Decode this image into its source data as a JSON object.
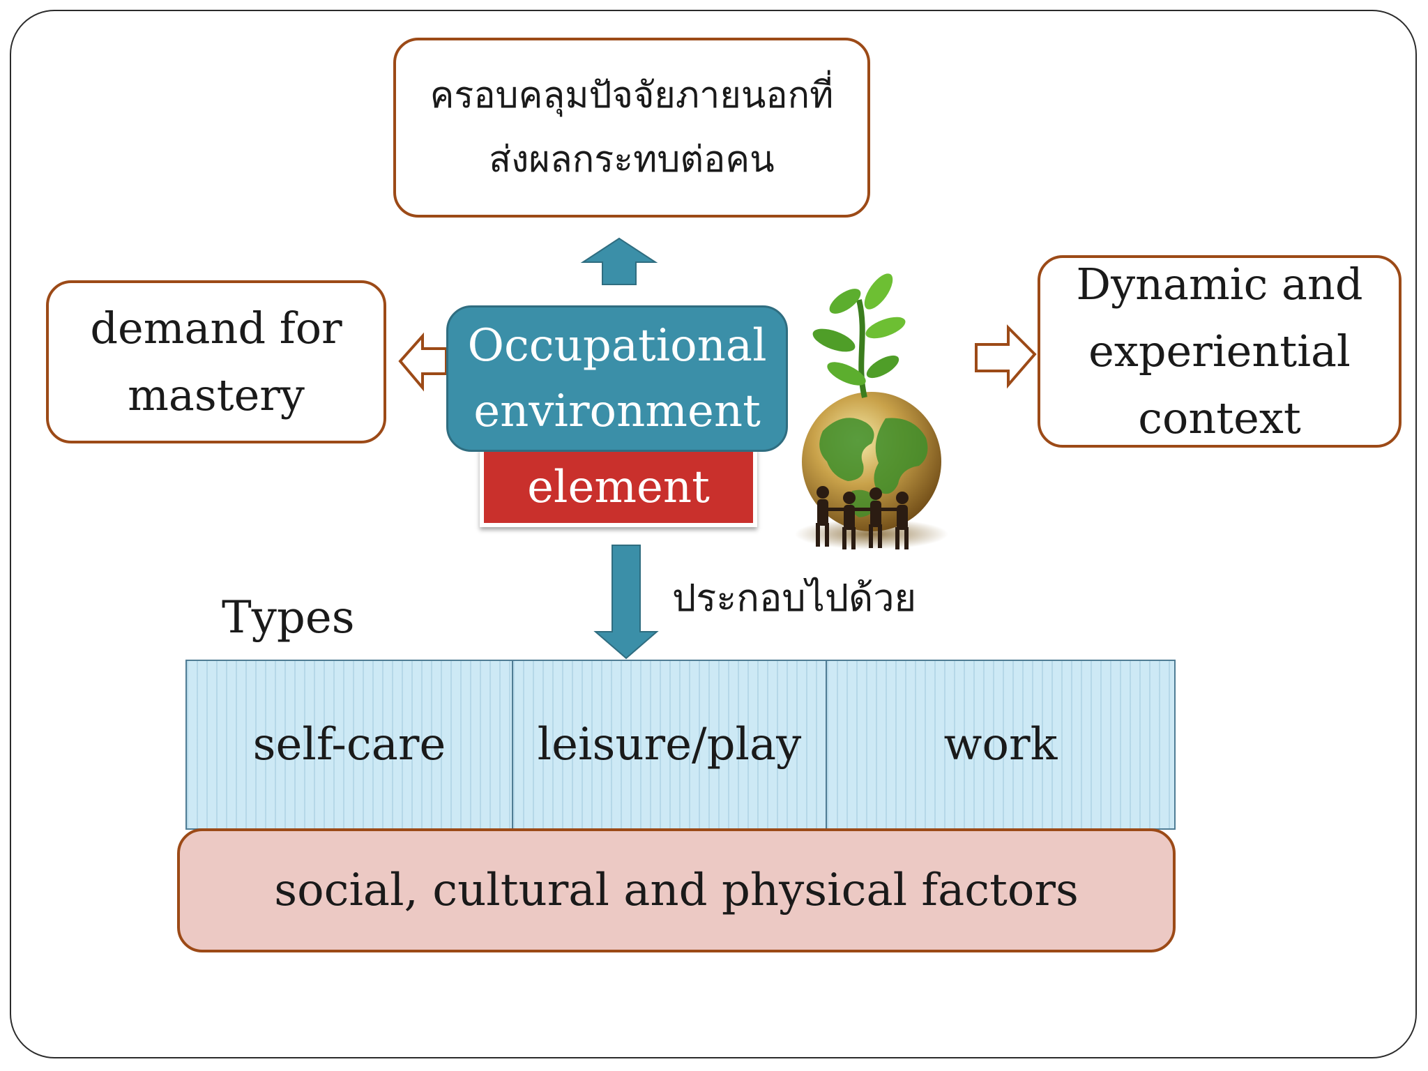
{
  "top_box": {
    "line1": "ครอบคลุมปัจจัยภายนอกที่",
    "line2": "ส่งผลกระทบต่อคน"
  },
  "left_box": {
    "line1": "demand for",
    "line2": "mastery"
  },
  "right_box": {
    "line1": "Dynamic and",
    "line2": "experiential",
    "line3": "context"
  },
  "center": {
    "line1": "Occupational",
    "line2": "environment",
    "sub": "element"
  },
  "down_label": "ประกอบไปด้วย",
  "types_label": "Types",
  "types": [
    "self-care",
    "leisure/play",
    "work"
  ],
  "factors": "social, cultural and physical factors",
  "colors": {
    "box_border": "#9c4a17",
    "center_fill": "#3b8fa8",
    "element_fill": "#c9302c",
    "types_fill": "#cde9f5",
    "factors_fill": "#ecc9c4"
  },
  "icons": [
    "globe-with-plant-and-people-icon"
  ]
}
